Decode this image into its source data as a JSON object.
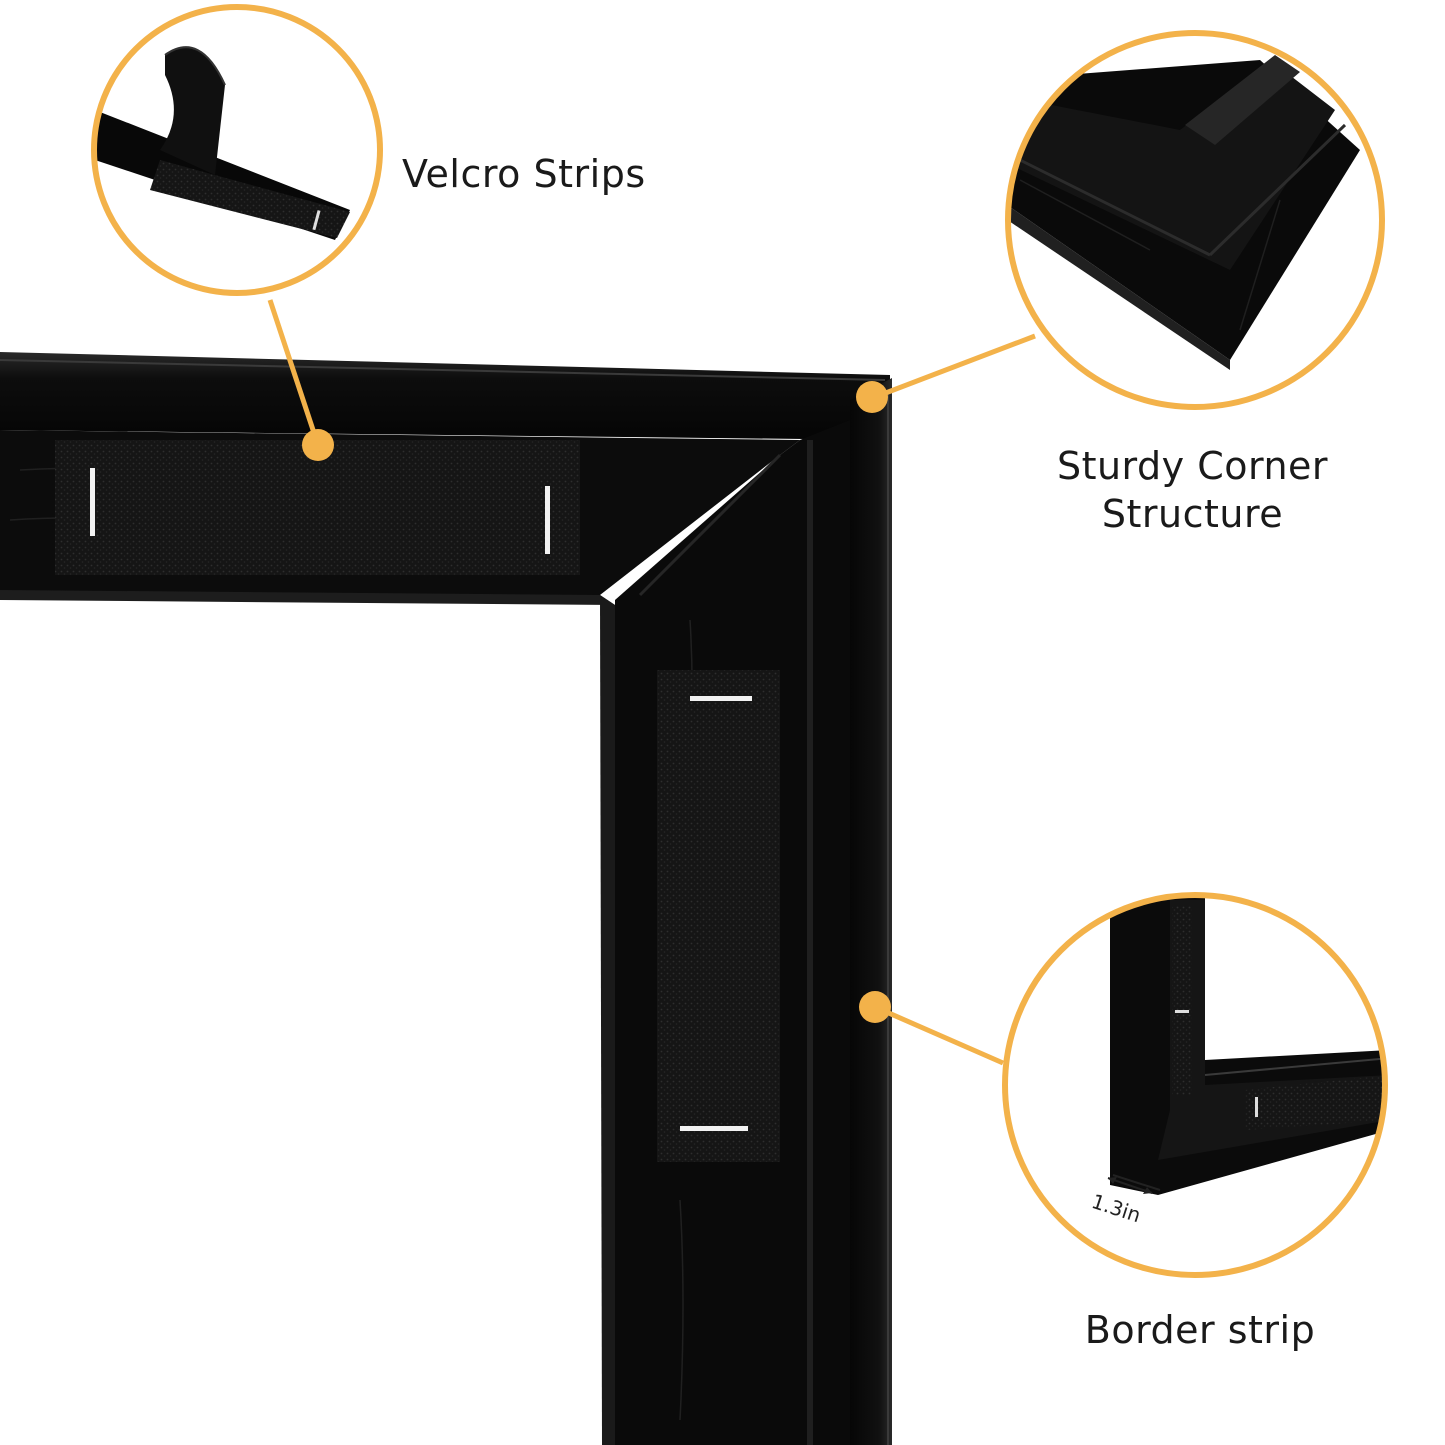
{
  "callouts": {
    "velcro": {
      "label": "Velcro Strips",
      "icon": "velcro-strip-closeup"
    },
    "corner": {
      "line1": "Sturdy Corner",
      "line2": "Structure",
      "icon": "frame-corner-closeup"
    },
    "border": {
      "label": "Border strip",
      "dimension": "1.3in",
      "icon": "border-strip-closeup"
    }
  },
  "colors": {
    "accent": "#f3b24a",
    "frame": "#0b0b0b",
    "background": "#ffffff"
  }
}
